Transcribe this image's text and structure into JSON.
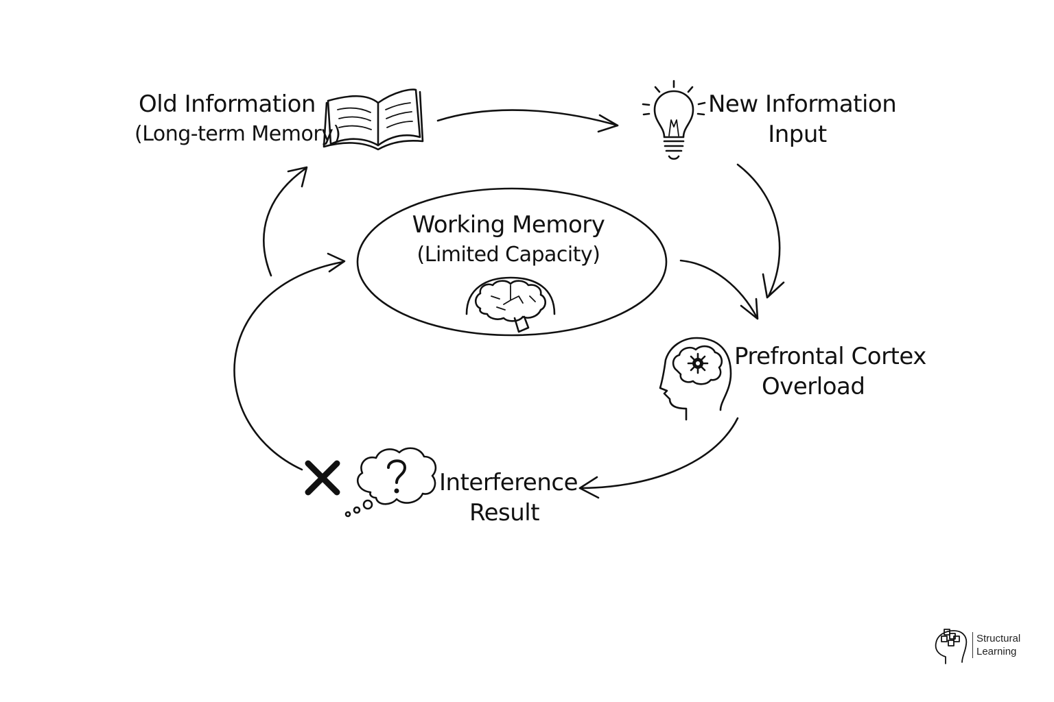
{
  "nodes": {
    "old_info": {
      "title": "Old Information",
      "subtitle": "(Long-term Memory)"
    },
    "new_info": {
      "title": "New Information",
      "subtitle": "Input"
    },
    "working_memory": {
      "title": "Working Memory",
      "subtitle": "(Limited Capacity)"
    },
    "prefrontal": {
      "title": "Prefrontal Cortex",
      "subtitle": "Overload"
    },
    "interference": {
      "title": "Interference",
      "subtitle": "Result"
    }
  },
  "brand": {
    "name_line1": "Structural",
    "name_line2": "Learning"
  },
  "icons": [
    "book-icon",
    "lightbulb-icon",
    "brain-icon",
    "head-gear-icon",
    "thought-cloud-question-icon",
    "cross-icon",
    "logo-icon"
  ],
  "colors": {
    "ink": "#111111",
    "background": "#ffffff"
  }
}
